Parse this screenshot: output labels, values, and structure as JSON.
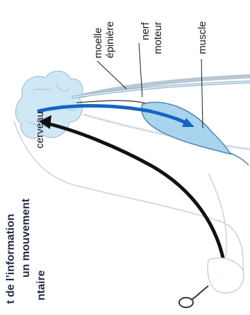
{
  "labels": {
    "spinal_cord_line1": "moelle",
    "spinal_cord_line2": "épinière",
    "motor_nerve_line1": "nerf",
    "motor_nerve_line2": "moteur",
    "muscle": "muscle",
    "brain": "cerveau"
  },
  "caption": {
    "line1": "t de l’information",
    "line2": "un mouvement",
    "line3": "ntaire"
  },
  "colors": {
    "nerve_arrow": "#1565c0",
    "sensory_arrow": "#111111",
    "brain_fill": "#cfe8f5",
    "muscle_fill": "#a9d4ee",
    "outline": "#b8c6d1"
  }
}
